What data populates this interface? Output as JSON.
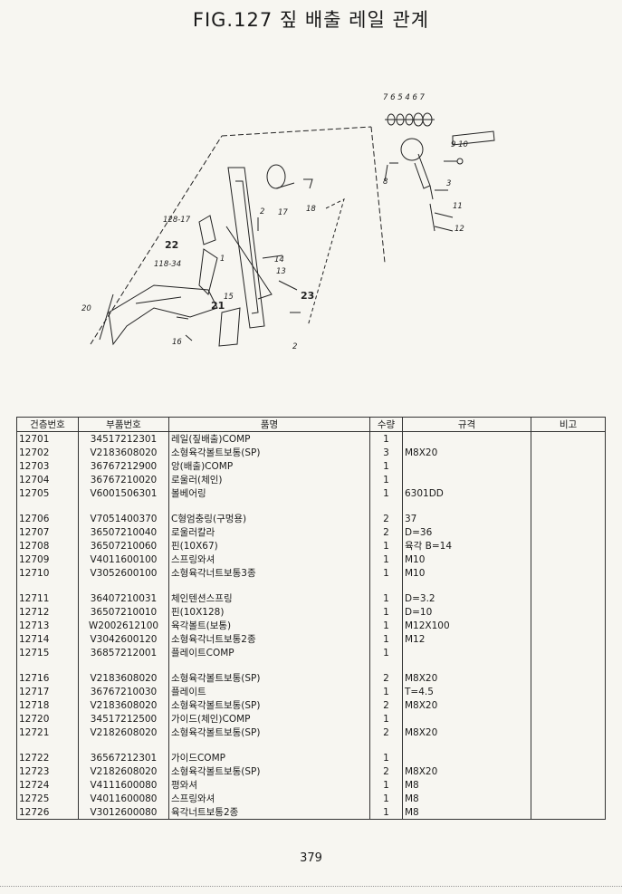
{
  "title": "FIG.127 짚 배출 레일 관계",
  "diagram_labels": {
    "top_nums": "7 6 5 4 6 7",
    "n910": "9 10",
    "n8": "8",
    "n3": "3",
    "n11": "11",
    "n12": "12",
    "n17": "17",
    "n18": "18",
    "n2a": "2",
    "n12817": "128-17",
    "n22": "22",
    "n11834": "118-34",
    "n1": "1",
    "n14": "14",
    "n13": "13",
    "n23": "23",
    "n15": "15",
    "n21": "21",
    "n20": "20",
    "n16": "16",
    "n2b": "2"
  },
  "table": {
    "headers": [
      "건층번호",
      "부품번호",
      "품명",
      "수량",
      "규격",
      "비고"
    ],
    "rows": [
      [
        "12701",
        "34517212301",
        "레일(짚배출)COMP",
        "1",
        "",
        ""
      ],
      [
        "12702",
        "V2183608020",
        "소형육각볼트보통(SP)",
        "3",
        "M8X20",
        ""
      ],
      [
        "12703",
        "36767212900",
        "앙(배출)COMP",
        "1",
        "",
        ""
      ],
      [
        "12704",
        "36767210020",
        "로울러(체인)",
        "1",
        "",
        ""
      ],
      [
        "12705",
        "V6001506301",
        "볼베어링",
        "1",
        "6301DD",
        ""
      ],
      [
        "",
        "",
        "",
        "",
        "",
        ""
      ],
      [
        "12706",
        "V7051400370",
        "C형엄충링(구멍용)",
        "2",
        "37",
        ""
      ],
      [
        "12707",
        "36507210040",
        "로울러칼라",
        "2",
        "D=36",
        ""
      ],
      [
        "12708",
        "36507210060",
        "핀(10X67)",
        "1",
        "육각 B=14",
        ""
      ],
      [
        "12709",
        "V4011600100",
        "스프링와셔",
        "1",
        "M10",
        ""
      ],
      [
        "12710",
        "V3052600100",
        "소형육각너트보통3종",
        "1",
        "M10",
        ""
      ],
      [
        "",
        "",
        "",
        "",
        "",
        ""
      ],
      [
        "12711",
        "36407210031",
        "체인텐션스프링",
        "1",
        "D=3.2",
        ""
      ],
      [
        "12712",
        "36507210010",
        "핀(10X128)",
        "1",
        "D=10",
        ""
      ],
      [
        "12713",
        "W2002612100",
        "육각볼트(보통)",
        "1",
        "M12X100",
        ""
      ],
      [
        "12714",
        "V3042600120",
        "소형육각너트보통2종",
        "1",
        "M12",
        ""
      ],
      [
        "12715",
        "36857212001",
        "플레이트COMP",
        "1",
        "",
        ""
      ],
      [
        "",
        "",
        "",
        "",
        "",
        ""
      ],
      [
        "12716",
        "V2183608020",
        "소형육각볼트보통(SP)",
        "2",
        "M8X20",
        ""
      ],
      [
        "12717",
        "36767210030",
        "플레이트",
        "1",
        "T=4.5",
        ""
      ],
      [
        "12718",
        "V2183608020",
        "소형육각볼트보통(SP)",
        "2",
        "M8X20",
        ""
      ],
      [
        "12720",
        "34517212500",
        "가이드(체인)COMP",
        "1",
        "",
        ""
      ],
      [
        "12721",
        "V2182608020",
        "소형육각볼트보통(SP)",
        "2",
        "M8X20",
        ""
      ],
      [
        "",
        "",
        "",
        "",
        "",
        ""
      ],
      [
        "12722",
        "36567212301",
        "가이드COMP",
        "1",
        "",
        ""
      ],
      [
        "12723",
        "V2182608020",
        "소형육각볼트보통(SP)",
        "2",
        "M8X20",
        ""
      ],
      [
        "12724",
        "V4111600080",
        "평와셔",
        "1",
        "M8",
        ""
      ],
      [
        "12725",
        "V4011600080",
        "스프링와셔",
        "1",
        "M8",
        ""
      ],
      [
        "12726",
        "V3012600080",
        "육각너트보통2종",
        "1",
        "M8",
        ""
      ]
    ]
  },
  "page_number": "379"
}
